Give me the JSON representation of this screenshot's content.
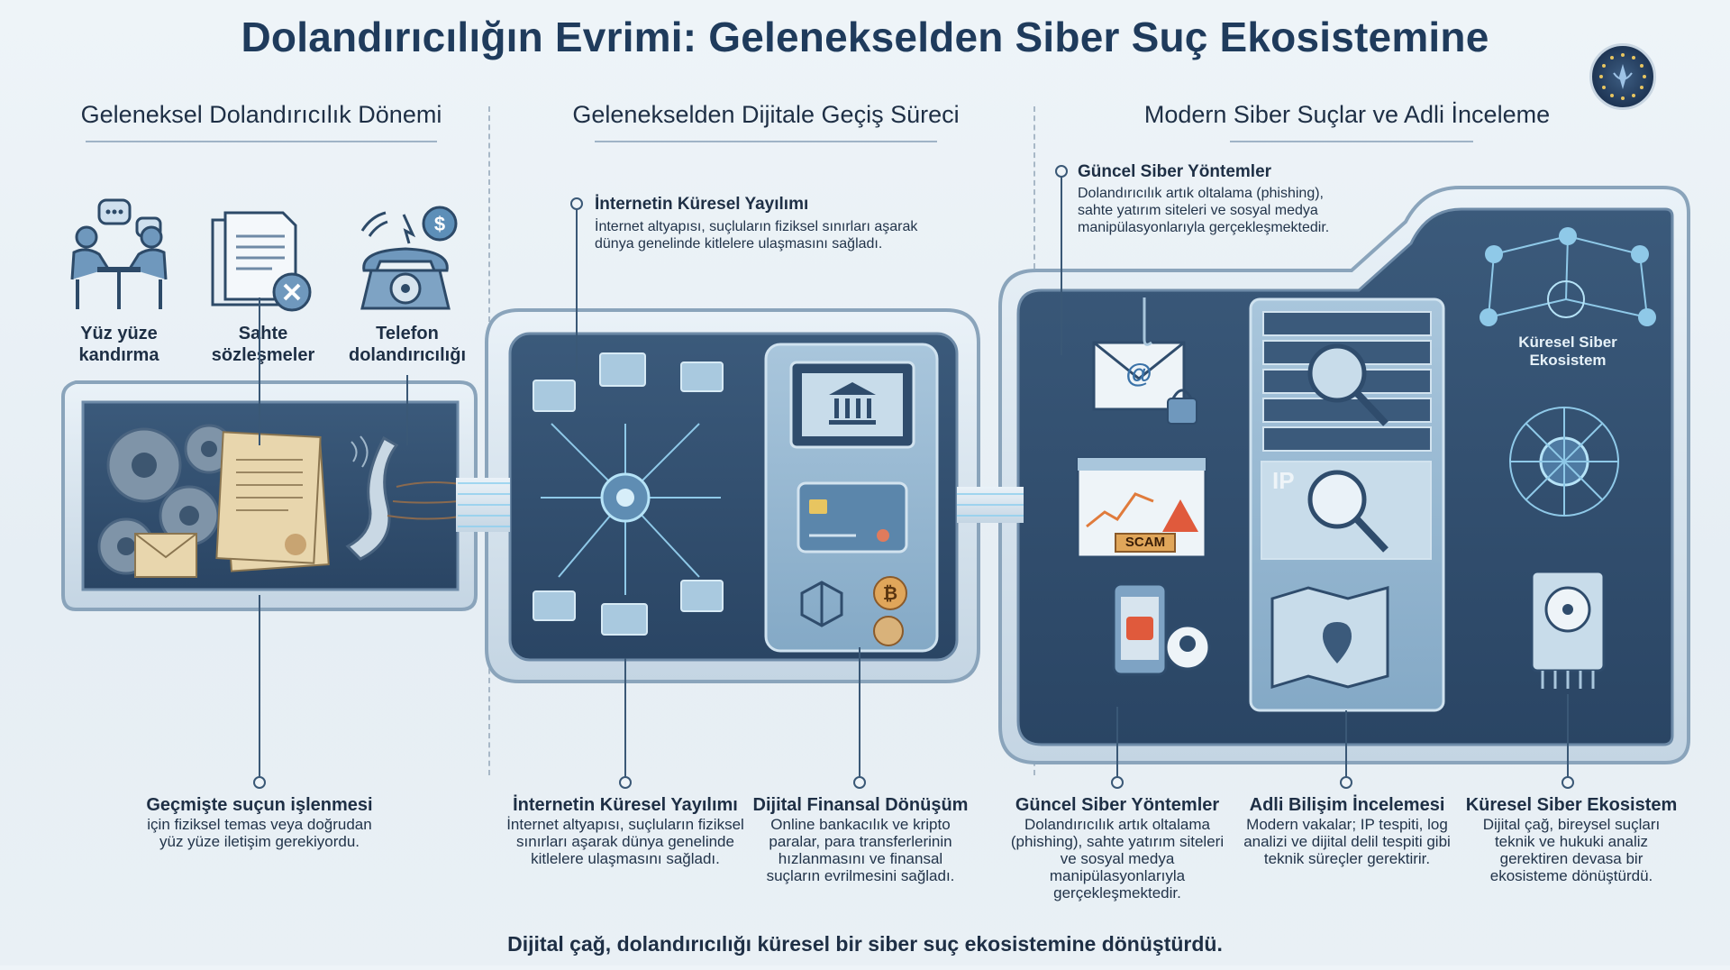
{
  "title": "Dolandırıcılığın Evrimi: Gelenekselden Siber Suç Ekosistemine",
  "sections": [
    {
      "title": "Geleneksel Dolandırıcılık Dönemi"
    },
    {
      "title": "Gelenekselden Dijitale Geçiş Süreci"
    },
    {
      "title": "Modern Siber Suçlar ve Adli İnceleme"
    }
  ],
  "top_icons": [
    {
      "label": "Yüz yüze kandırma",
      "icon": "meeting-people-icon"
    },
    {
      "label": "Sahte sözleşmeler",
      "icon": "fake-document-icon"
    },
    {
      "label": "Telefon dolandırıcılığı",
      "icon": "telephone-icon"
    }
  ],
  "callouts": {
    "internet": {
      "title": "İnternetin Küresel Yayılımı",
      "text": "İnternet altyapısı, suçluların fiziksel sınırları aşarak dünya genelinde kitlelere ulaşmasını sağladı."
    },
    "cyber": {
      "title": "Güncel Siber Yöntemler",
      "text": "Dolandırıcılık artık oltalama (phishing), sahte yatırım siteleri ve sosyal medya manipülasyonlarıyla gerçekleşmektedir."
    }
  },
  "panel_labels": {
    "ecosystem": "Küresel Siber Ekosistem",
    "scam": "SCAM",
    "ip": "IP"
  },
  "bottom_items": [
    {
      "title": "Geçmişte suçun işlenmesi",
      "text": "için fiziksel temas veya doğrudan yüz yüze iletişim gerekiyordu."
    },
    {
      "title": "İnternetin Küresel Yayılımı",
      "text": "İnternet altyapısı, suçluların fiziksel sınırları aşarak dünya genelinde kitlelere ulaşmasını sağladı."
    },
    {
      "title": "Dijital Finansal Dönüşüm",
      "text": "Online bankacılık ve kripto paralar, para transferlerinin hızlanmasını ve finansal suçların evrilmesini sağladı."
    },
    {
      "title": "Güncel Siber Yöntemler",
      "text": "Dolandırıcılık artık oltalama (phishing), sahte yatırım siteleri ve sosyal medya manipülasyonlarıyla gerçekleşmektedir."
    },
    {
      "title": "Adli Bilişim İncelemesi",
      "text": "Modern vakalar; IP tespiti, log analizi ve dijital delil tespiti gibi teknik süreçler gerektirir."
    },
    {
      "title": "Küresel Siber Ekosistem",
      "text": "Dijital çağ, bireysel suçları teknik ve hukuki analiz gerektiren devasa bir ekosisteme dönüştürdü."
    }
  ],
  "footer": "Dijital çağ, dolandırıcılığı küresel bir siber suç ekosistemine dönüştürdü.",
  "colors": {
    "dark_panel": "#33506f",
    "frame": "#d4e1ec",
    "accent": "#5b8fb8",
    "title": "#1f3b5c"
  }
}
